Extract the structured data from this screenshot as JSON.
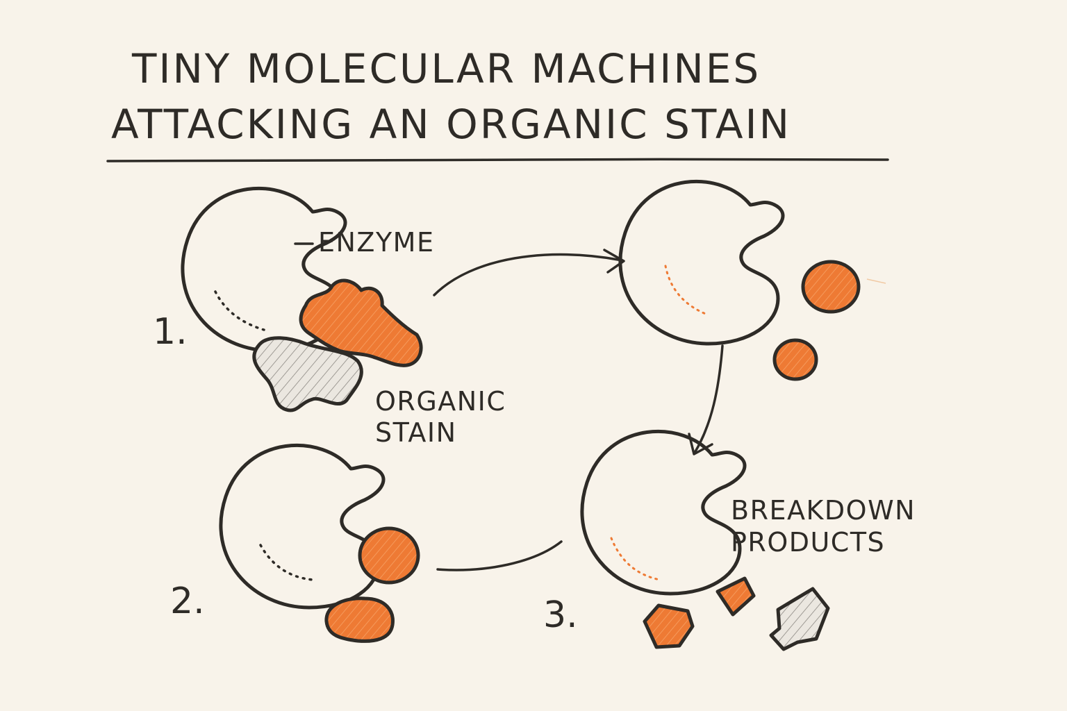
{
  "title": {
    "line1": "TINY MOLECULAR MACHINES",
    "line2": "ATTACKING AN ORGANIC STAIN"
  },
  "labels": {
    "enzyme": "ENZYME",
    "stain_line1": "ORGANIC",
    "stain_line2": "STAIN",
    "products_line1": "BREAKDOWN",
    "products_line2": "PRODUCTS"
  },
  "steps": [
    "1.",
    "2.",
    "3."
  ],
  "colors": {
    "ink": "#2e2b27",
    "stain_orange": "#ee7a34",
    "stain_grey": "#d9d6d1",
    "paper": "#f8f3ea"
  }
}
